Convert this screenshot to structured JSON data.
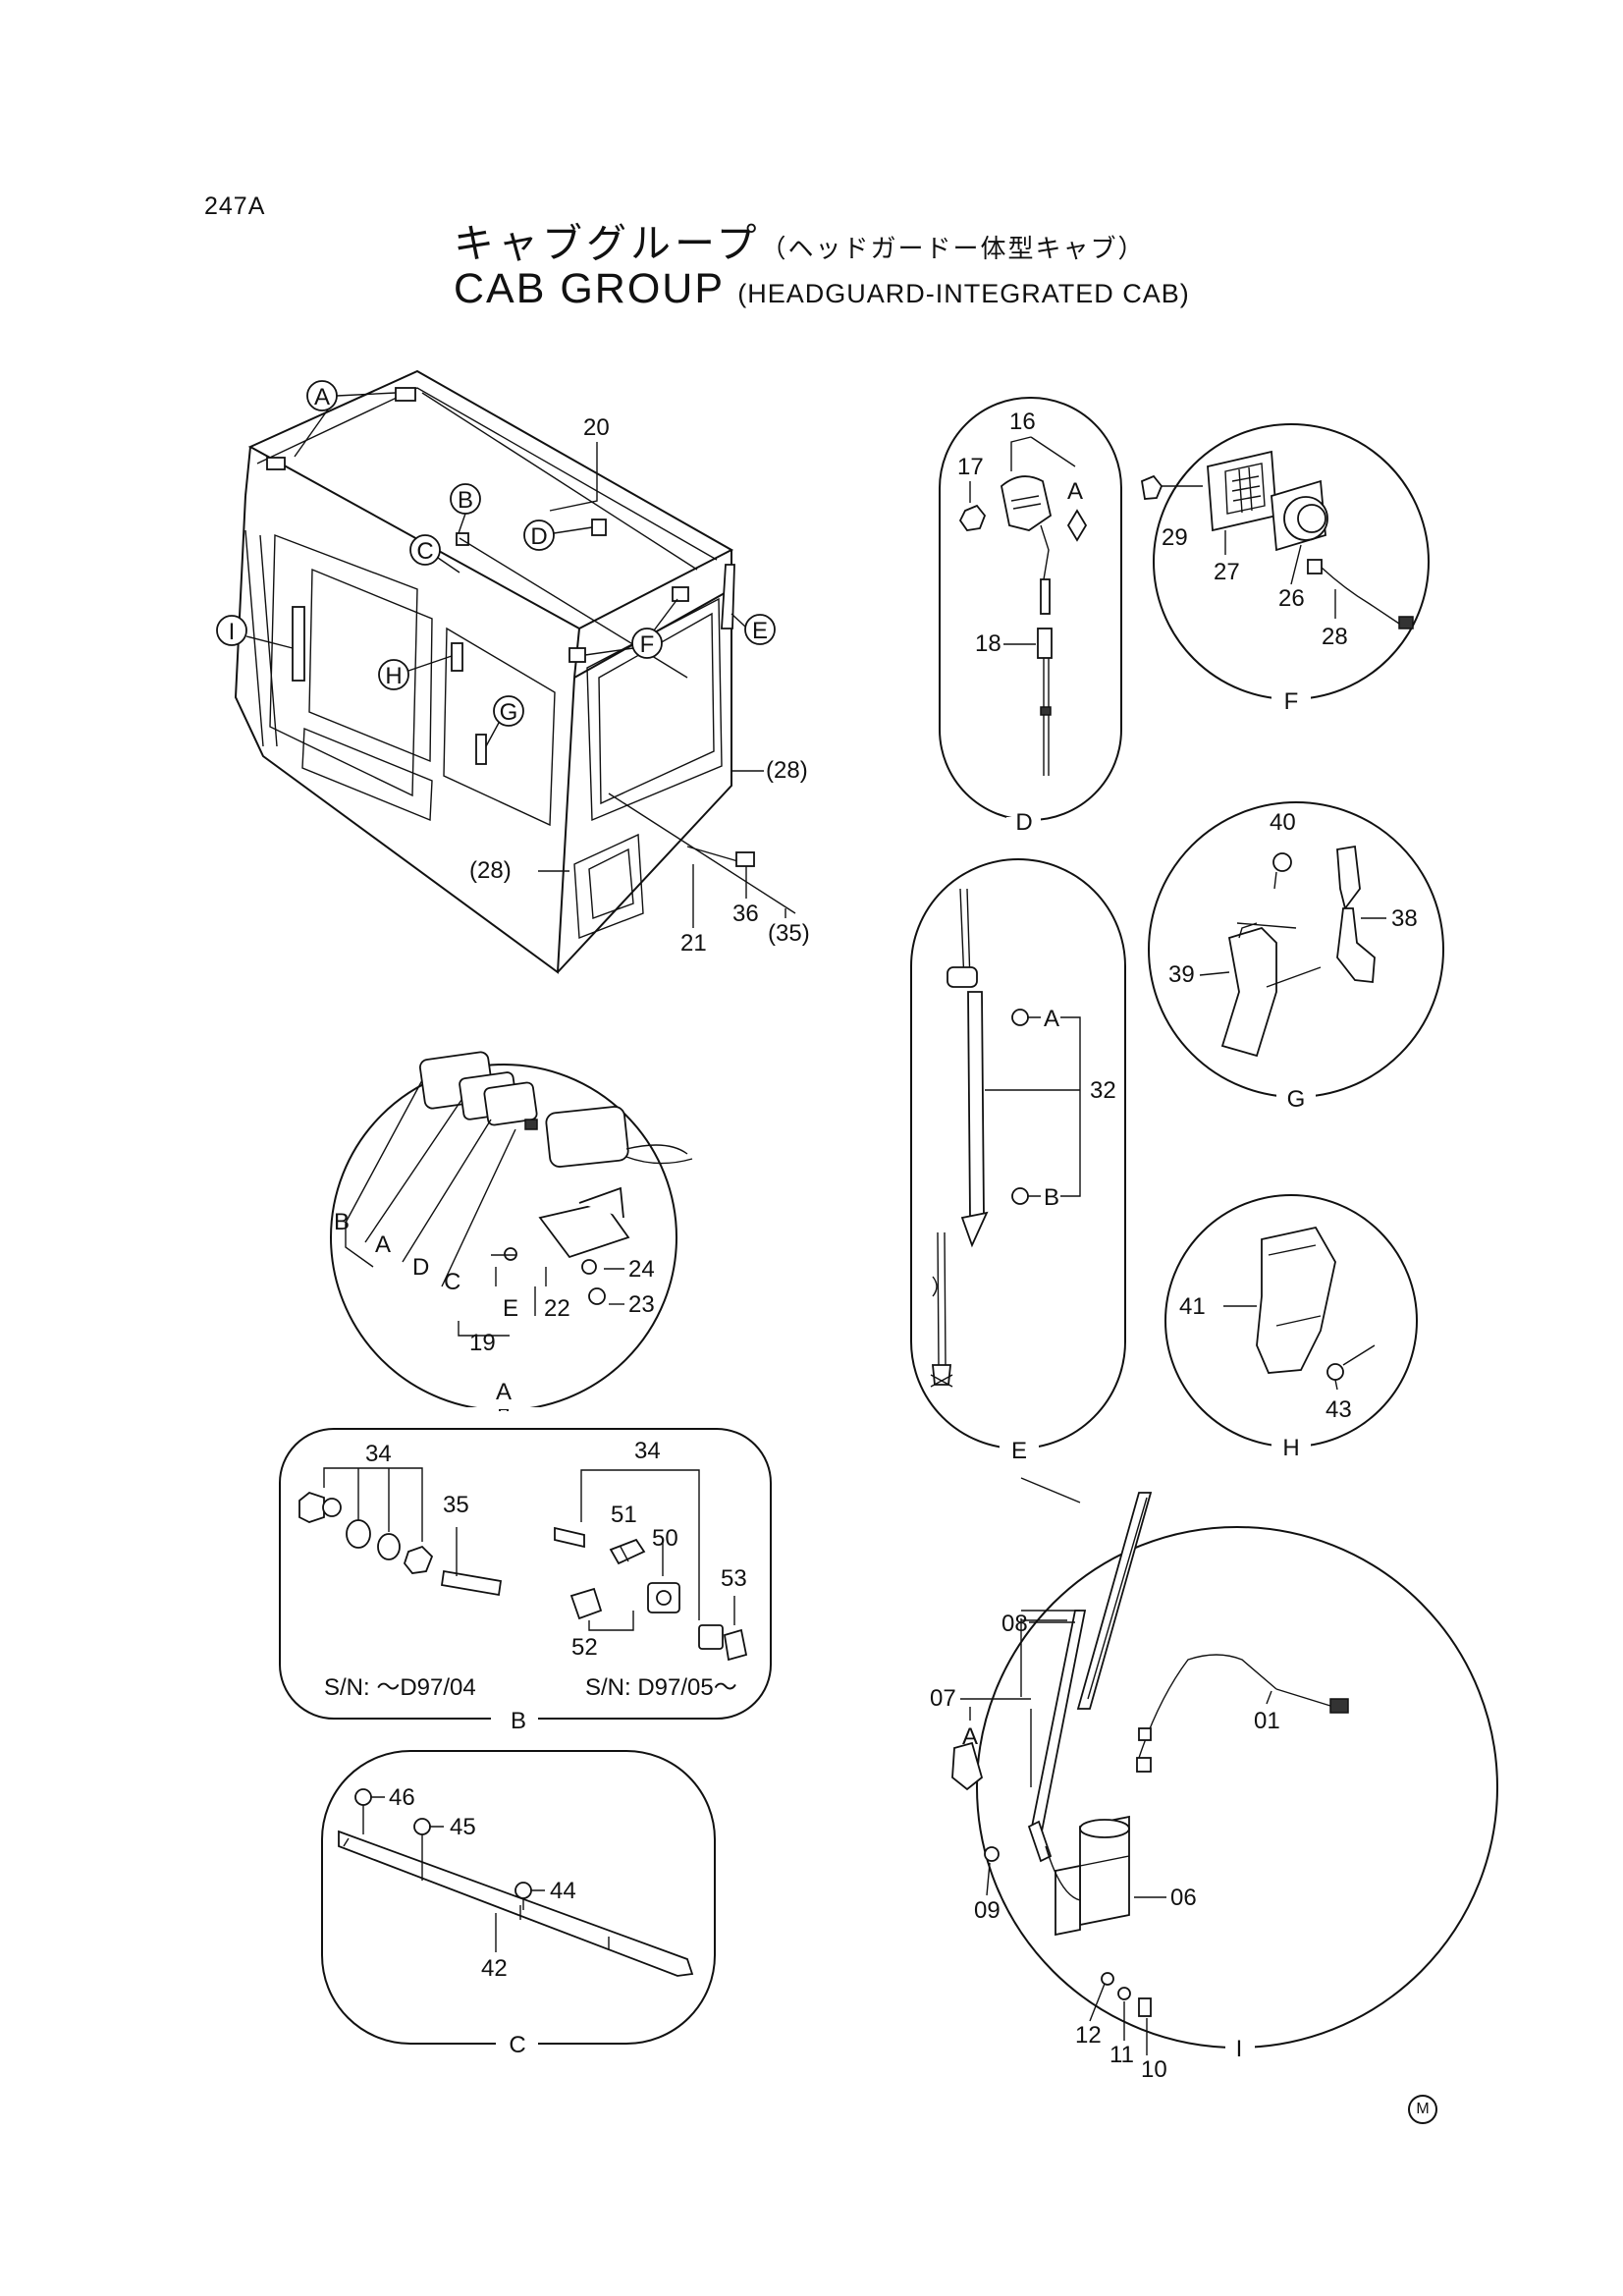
{
  "header": {
    "page_code": "247A",
    "title_jp": "キャブグループ",
    "subtitle_jp": "（ヘッドガードー体型キャブ）",
    "title_en": "CAB GROUP",
    "subtitle_en": "(HEADGUARD-INTEGRATED CAB)"
  },
  "callouts": [
    "A",
    "B",
    "C",
    "D",
    "E",
    "F",
    "G",
    "H",
    "I"
  ],
  "cab_view": {
    "labels": {
      "p20": "20",
      "p21": "21",
      "p36": "36",
      "p35": "(35)",
      "p28a": "(28)",
      "p28b": "(28)"
    }
  },
  "detail_a": {
    "letter": "A",
    "labels": {
      "b": "B",
      "a": "A",
      "d": "D",
      "c": "C",
      "e": "E",
      "p19": "19",
      "p22": "22",
      "p24": "24",
      "p23": "23"
    }
  },
  "detail_b": {
    "letter": "B",
    "sn_left": "S/N: ～D97/04",
    "sn_right": "S/N: D97/05～",
    "labels": {
      "p34a": "34",
      "p35": "35",
      "p34b": "34",
      "p51": "51",
      "p50": "50",
      "p53": "53",
      "p52": "52"
    }
  },
  "detail_c": {
    "letter": "C",
    "labels": {
      "p46": "46",
      "p45": "45",
      "p44": "44",
      "p42": "42"
    }
  },
  "detail_d": {
    "letter": "D",
    "labels": {
      "p16": "16",
      "p17": "17",
      "a": "A",
      "p18": "18"
    }
  },
  "detail_e": {
    "letter": "E",
    "labels": {
      "a": "A",
      "p32": "32",
      "b": "B"
    }
  },
  "detail_f": {
    "letter": "F",
    "labels": {
      "p29": "29",
      "p27": "27",
      "p26": "26",
      "p28": "28"
    }
  },
  "detail_g": {
    "letter": "G",
    "labels": {
      "p40": "40",
      "p38": "38",
      "p39": "39"
    }
  },
  "detail_h": {
    "letter": "H",
    "labels": {
      "p41": "41",
      "p43": "43"
    }
  },
  "detail_i": {
    "letter": "I",
    "labels": {
      "p08": "08",
      "p07": "07",
      "a": "A",
      "p01": "01",
      "p09": "09",
      "p06": "06",
      "p12": "12",
      "p11": "11",
      "p10": "10"
    }
  },
  "footer": {
    "mark": "M"
  }
}
